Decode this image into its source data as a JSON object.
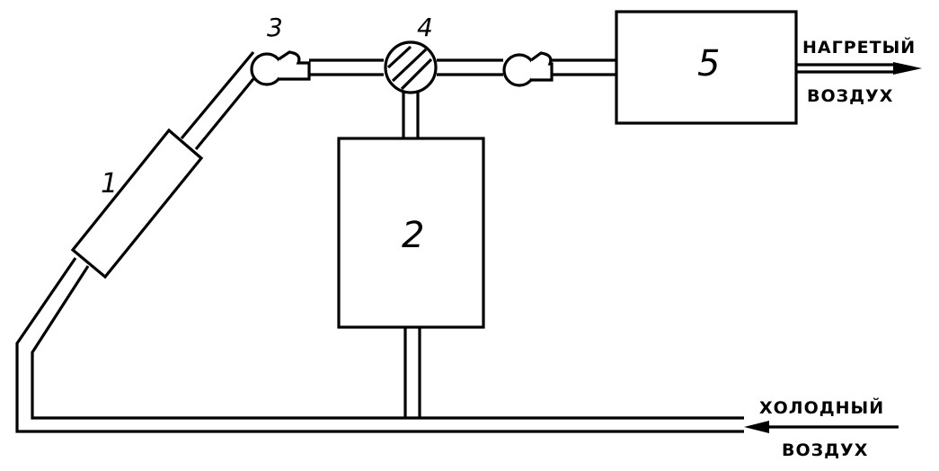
{
  "labels": {
    "collector": "1",
    "storage": "2",
    "fan": "3",
    "valve": "4",
    "consumer": "5"
  },
  "captions": {
    "heated_line1": "НАГРЕТЫЙ",
    "heated_line2": "ВОЗДУХ",
    "cold_line1": "ХОЛОДНЫЙ",
    "cold_line2": "ВОЗДУХ"
  },
  "colors": {
    "ink": "#000000",
    "paper": "#ffffff"
  }
}
